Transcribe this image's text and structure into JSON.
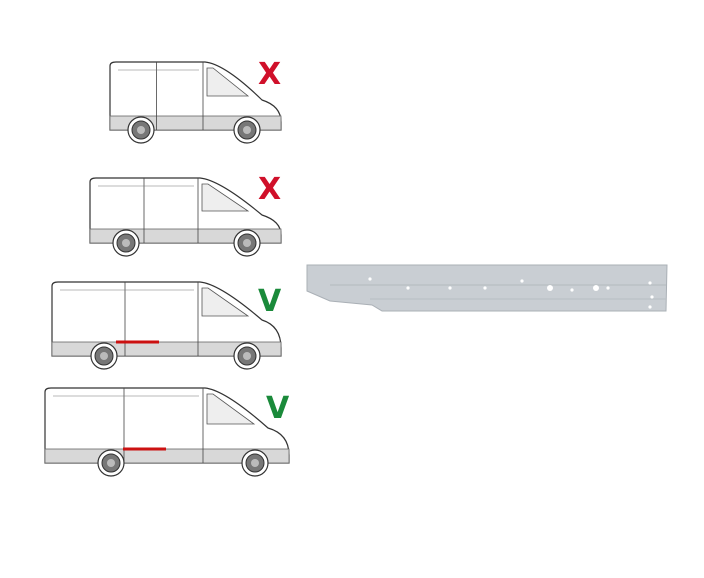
{
  "variants": [
    {
      "id": "short-low-roof",
      "mark": "X",
      "fits": false
    },
    {
      "id": "medium-low-roof",
      "mark": "X",
      "fits": false
    },
    {
      "id": "long-high-roof",
      "mark": "V",
      "fits": true
    },
    {
      "id": "extra-long-high-roof",
      "mark": "V",
      "fits": true
    }
  ],
  "colors": {
    "no": "#d0102a",
    "yes": "#1a8a3a",
    "panel": "#c9ced3",
    "highlight": "#cc1111"
  }
}
